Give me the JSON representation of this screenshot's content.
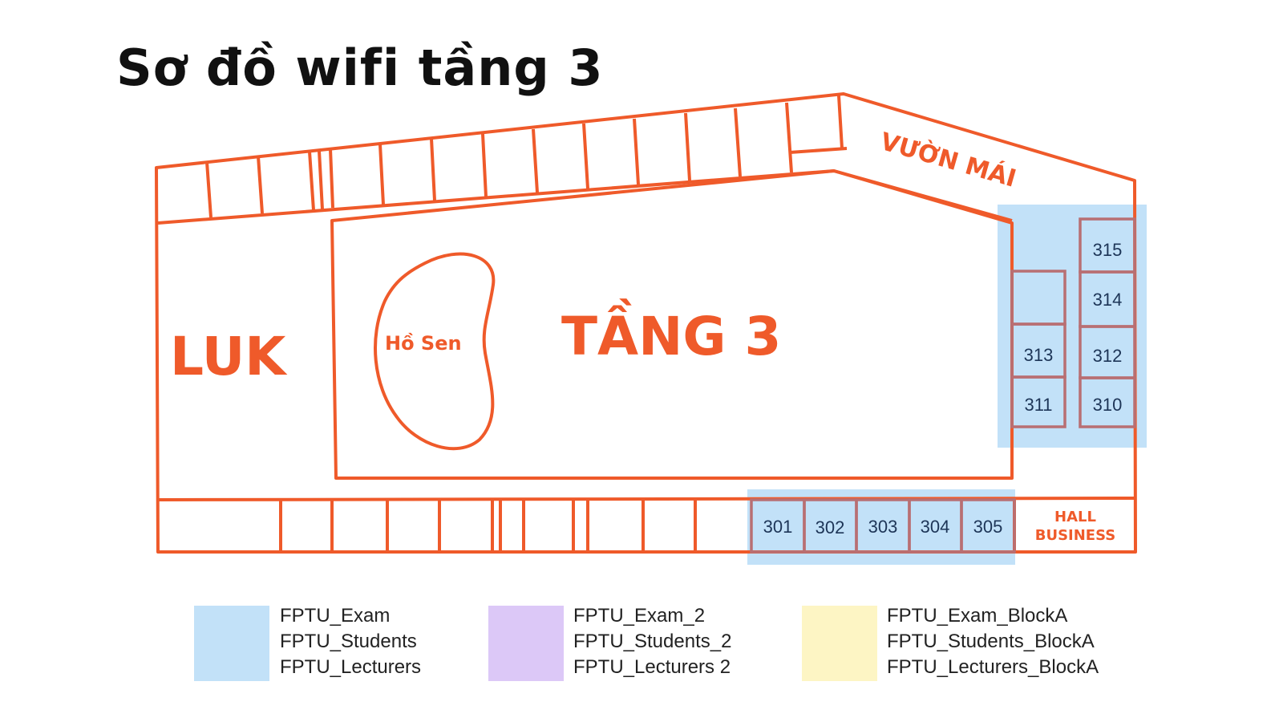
{
  "title": "Sơ đồ wifi tầng 3",
  "colors": {
    "outline": "#ef5a2a",
    "zone_blue": "#c2e1f8",
    "legend_blue": "#c2e1f8",
    "legend_purple": "#dcc8f7",
    "legend_yellow": "#fdf5c4",
    "room_border": "#b86f73",
    "text_dark": "#1d3557"
  },
  "labels": {
    "luk": "LUK",
    "ho_sen": "Hồ Sen",
    "floor": "TẦNG 3",
    "vuon_mai": "VƯỜN MÁI",
    "hall_line1": "HALL",
    "hall_line2": "BUSINESS"
  },
  "rooms": {
    "r315": "315",
    "r314": "314",
    "r313": "313",
    "r312": "312",
    "r311": "311",
    "r310": "310",
    "r301": "301",
    "r302": "302",
    "r303": "303",
    "r304": "304",
    "r305": "305"
  },
  "legend": [
    {
      "color": "blue",
      "lines": [
        "FPTU_Exam",
        "FPTU_Students",
        "FPTU_Lecturers"
      ]
    },
    {
      "color": "purple",
      "lines": [
        "FPTU_Exam_2",
        "FPTU_Students_2",
        "FPTU_Lecturers 2"
      ]
    },
    {
      "color": "yellow",
      "lines": [
        "FPTU_Exam_BlockA",
        "FPTU_Students_BlockA",
        "FPTU_Lecturers_BlockA"
      ]
    }
  ]
}
